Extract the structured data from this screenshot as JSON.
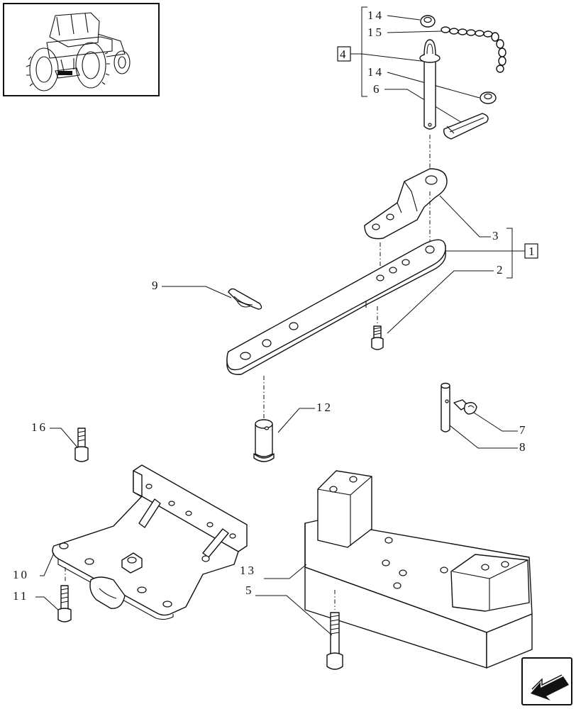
{
  "labels": {
    "p1": "1",
    "p2": "2",
    "p3": "3",
    "p4": "4",
    "p5": "5",
    "p6": "6",
    "p7": "7",
    "p8": "8",
    "p9": "9",
    "p10": "10",
    "p11": "11",
    "p12": "12",
    "p13": "13",
    "p14a": "14",
    "p14b": "14",
    "p15": "15",
    "p16": "16"
  },
  "thumbnail_icon": "tractor-thumbnail-icon",
  "nav_icon": "back-arrow-icon"
}
